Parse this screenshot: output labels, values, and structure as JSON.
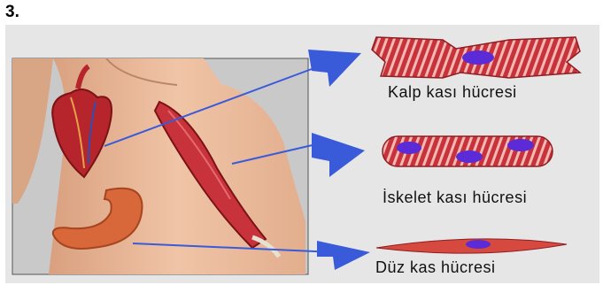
{
  "question": {
    "number": "3."
  },
  "labels": {
    "cardiac": "Kalp kası hücresi",
    "skeletal": "İskelet kası hücresi",
    "smooth": "Düz kas hücresi"
  },
  "colors": {
    "arrow": "#3a5bd9",
    "muscle": "#c8323a",
    "striation": "#f2b9b4",
    "nucleus": "#5a2bd6",
    "skin": "#e8b898"
  }
}
